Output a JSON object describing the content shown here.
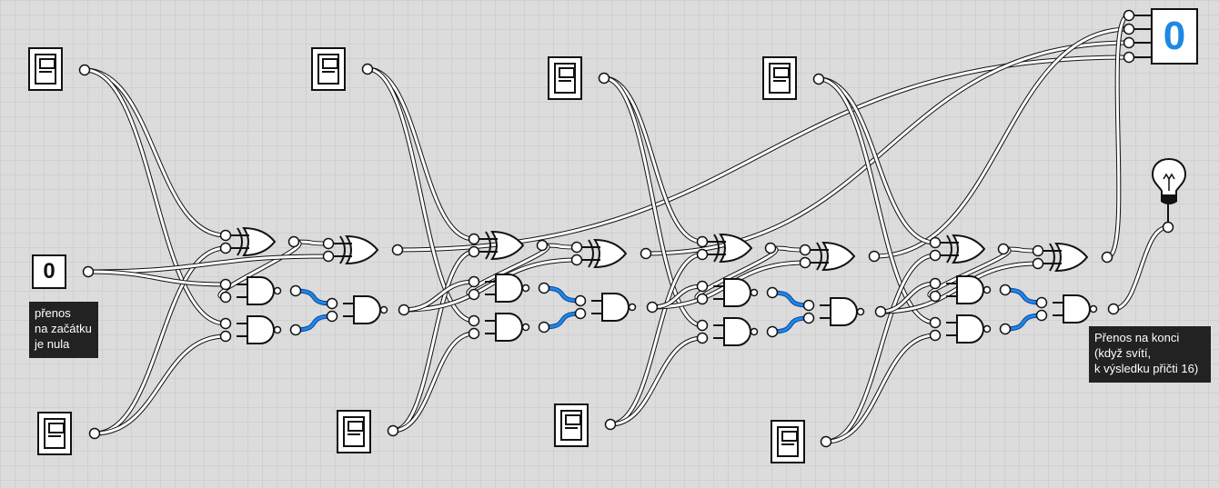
{
  "circuit": {
    "carry_in_value": "0",
    "display_value": "0",
    "carry_in_note": [
      "přenos",
      "na začátku",
      "je nula"
    ],
    "carry_out_note": [
      "Přenos na konci",
      "(když svítí,",
      "k výsledku přičti 16)"
    ]
  },
  "icons": {
    "switch": "toggle-switch-icon",
    "bulb": "light-bulb-icon"
  },
  "colors": {
    "background": "#dcdcdc",
    "wire": "#ffffff",
    "wire_outline": "#111111",
    "active_wire": "#1e88e5",
    "display_digit": "#1e88e5",
    "note_background": "#222222"
  }
}
